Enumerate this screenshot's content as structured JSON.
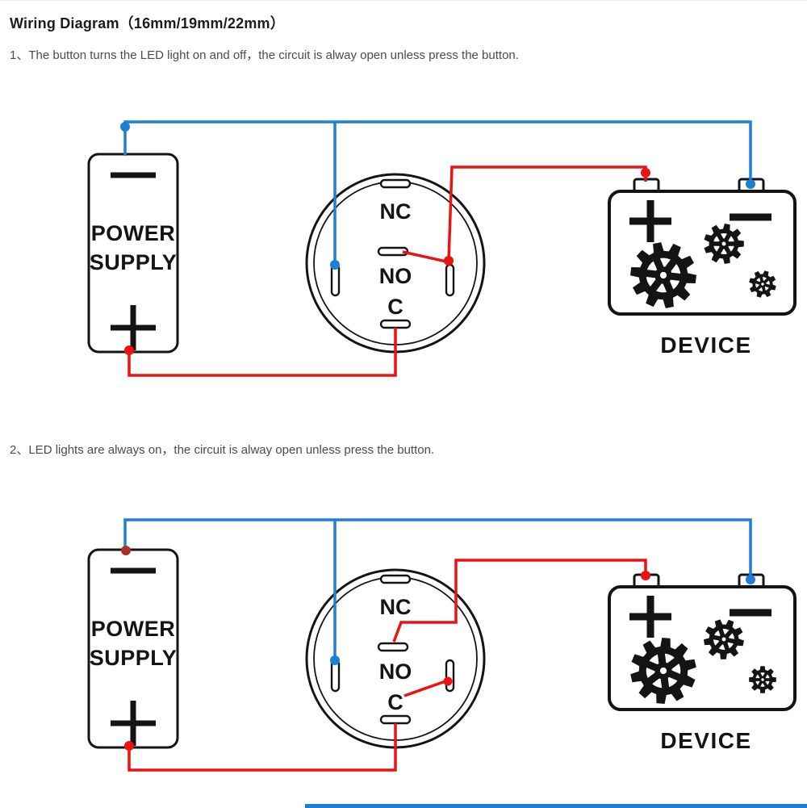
{
  "page": {
    "title": "Wiring Diagram（16mm/19mm/22mm）",
    "instruction_1": "1、The button turns the LED light on and off，the circuit is alway open unless press the button.",
    "instruction_2": "2、LED lights are always on，the circuit is alway open unless press the button."
  },
  "labels": {
    "power_line_1": "POWER",
    "power_line_2": "SUPPLY",
    "terminal_nc": "NC",
    "terminal_no": "NO",
    "terminal_c": "C",
    "device": "DEVICE"
  },
  "colors": {
    "wire_blue": "#1e7fd4",
    "wire_red": "#ea1212",
    "junction_dark": "#a93226",
    "ink": "#141414"
  }
}
